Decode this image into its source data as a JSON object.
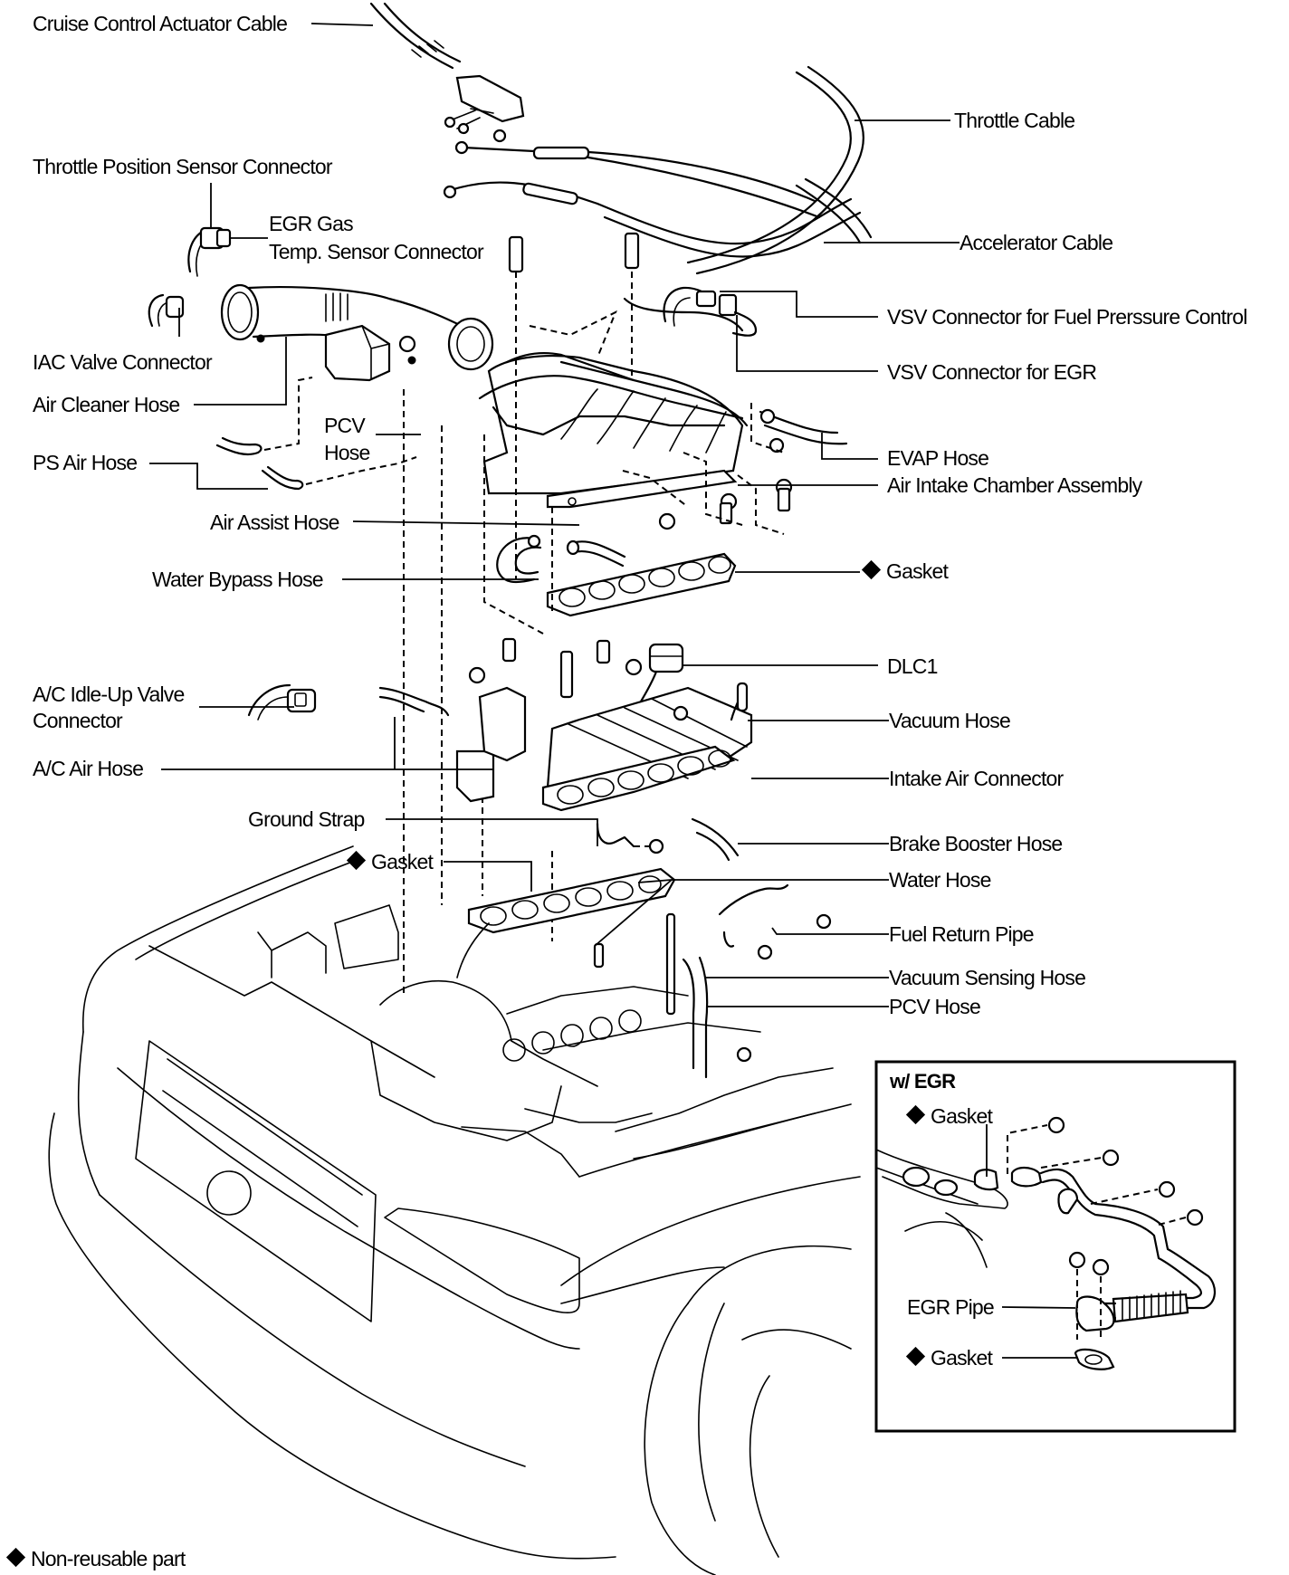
{
  "diagram": {
    "type": "exploded-parts-view",
    "subject": "Air intake chamber / intake air connector removal (engine bay)",
    "labels": {
      "cruise_control_actuator_cable": "Cruise Control Actuator Cable",
      "throttle_cable": "Throttle Cable",
      "throttle_position_sensor_connector": "Throttle Position Sensor Connector",
      "egr_gas_temp_sensor_connector_line1": "EGR Gas",
      "egr_gas_temp_sensor_connector_line2": "Temp. Sensor Connector",
      "accelerator_cable": "Accelerator Cable",
      "vsv_connector_fuel_pressure": "VSV Connector for Fuel Prerssure Control",
      "iac_valve_connector": "IAC Valve Connector",
      "vsv_connector_egr": "VSV Connector for EGR",
      "air_cleaner_hose": "Air Cleaner Hose",
      "pcv_hose_upper_line1": "PCV",
      "pcv_hose_upper_line2": "Hose",
      "evap_hose": "EVAP Hose",
      "ps_air_hose": "PS Air Hose",
      "air_intake_chamber_assembly": "Air Intake Chamber Assembly",
      "air_assist_hose": "Air Assist Hose",
      "gasket_upper": "Gasket",
      "water_bypass_hose": "Water Bypass Hose",
      "dlc1": "DLC1",
      "ac_idle_up_valve_connector_line1": "A/C Idle-Up Valve",
      "ac_idle_up_valve_connector_line2": "Connector",
      "vacuum_hose": "Vacuum Hose",
      "ac_air_hose": "A/C Air Hose",
      "intake_air_connector": "Intake Air Connector",
      "ground_strap": "Ground Strap",
      "brake_booster_hose": "Brake Booster Hose",
      "gasket_lower": "Gasket",
      "water_hose": "Water Hose",
      "fuel_return_pipe": "Fuel Return Pipe",
      "vacuum_sensing_hose": "Vacuum Sensing Hose",
      "pcv_hose_lower": "PCV Hose"
    },
    "inset": {
      "title": "w/ EGR",
      "gasket_top": "Gasket",
      "egr_pipe": "EGR Pipe",
      "gasket_bottom": "Gasket"
    },
    "legend": {
      "symbol": "diamond",
      "text": "Non-reusable part"
    }
  }
}
